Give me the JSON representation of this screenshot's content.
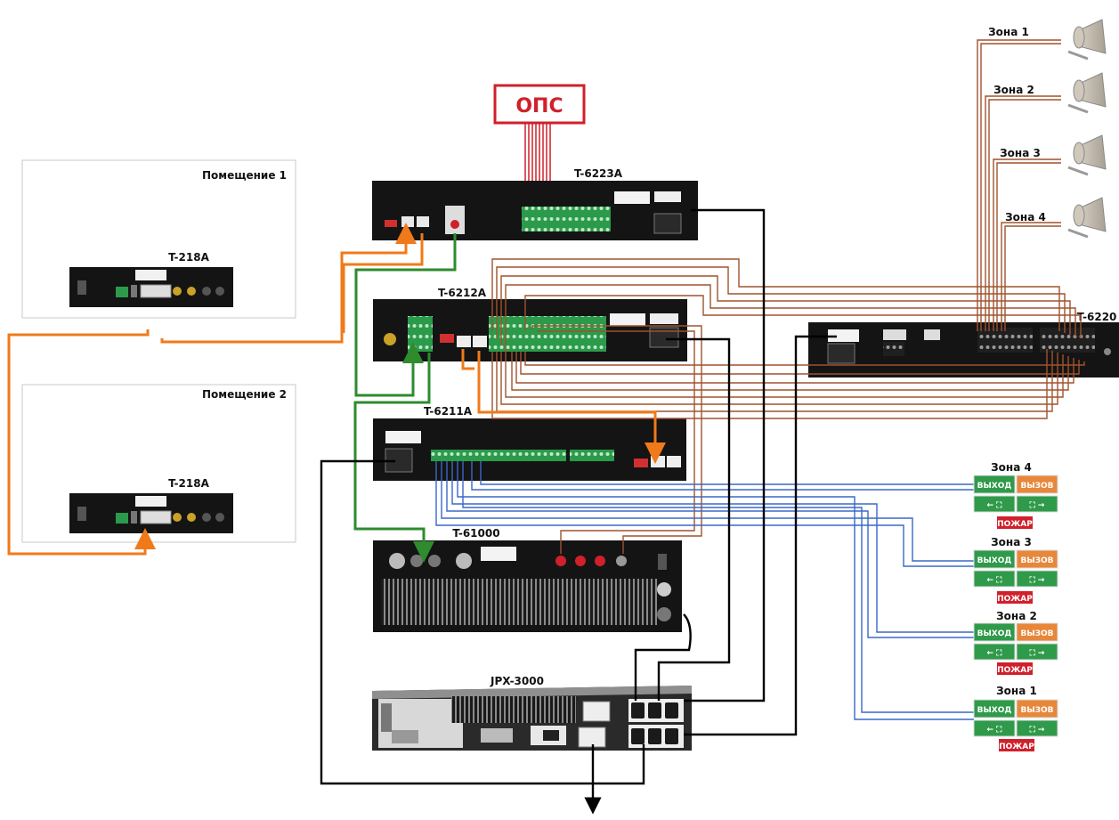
{
  "ops": {
    "label": "ОПС"
  },
  "rooms": [
    {
      "title": "Помещение 1",
      "device": "T-218A"
    },
    {
      "title": "Помещение 2",
      "device": "T-218A"
    }
  ],
  "devices": {
    "t6223a": "T-6223A",
    "t6212a": "T-6212A",
    "t6211a": "T-6211A",
    "t61000": "T-61000",
    "jpx3000": "JPX-3000",
    "t6220": "T-6220"
  },
  "speaker_zones": [
    "Зона 1",
    "Зона 2",
    "Зона 3",
    "Зона 4"
  ],
  "sign_zones": [
    "Зона 4",
    "Зона 3",
    "Зона 2",
    "Зона 1"
  ],
  "sign": {
    "exit": "ВЫХОД",
    "call": "ВЫЗОВ",
    "fire": "ПОЖАР"
  },
  "colors": {
    "cable_orange": "#f07a1a",
    "cable_green": "#2e8b2e",
    "cable_blue": "#3a68c8",
    "cable_brown": "#a0522d",
    "cable_red": "#d0202c",
    "cable_black": "#000000",
    "ops_border": "#d0202c"
  }
}
